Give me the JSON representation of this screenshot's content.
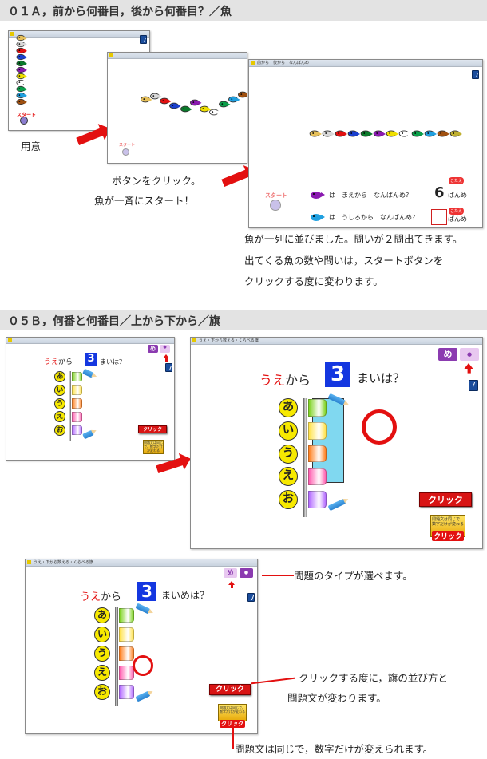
{
  "sec1": {
    "title": "０１Ａ，前から何番目，後から何番目？／魚",
    "cap_prep": "用意",
    "cap_click1": "ボタンをクリック。",
    "cap_click2": "魚が一斉にスタート！",
    "start_label": "スタート",
    "q1_text": "は　まえから　なんばんめ？",
    "q1_answer": "6",
    "q1_unit": "ばんめ",
    "q2_text": "は　うしろから　なんばんめ？",
    "q2_unit": "ばんめ",
    "kotae_label": "こたえ",
    "desc1": "魚が一列に並びました。問いが２問出てきます。",
    "desc2": "出てくる魚の数や問いは，スタートボタンを",
    "desc3": "クリックする度に変わります。",
    "fish_colors": [
      "#e6c05a",
      "#d8d8d8",
      "#e31010",
      "#1a3fd0",
      "#0a7a2a",
      "#8a1ab0",
      "#f0e000",
      "#ffffff",
      "#0aa04a",
      "#20a0e0",
      "#a05010",
      "#c0b030"
    ]
  },
  "sec2": {
    "title": "０５Ｂ，何番と何番目／上から下から／旗",
    "q_ue": "うえ",
    "q_kara": "から",
    "q_num": "3",
    "q_suffix1": "まいは？",
    "q_suffix2": "まいめは？",
    "kana": [
      "あ",
      "い",
      "う",
      "え",
      "お"
    ],
    "type_btn1": "め",
    "type_btn2": "●",
    "click_label": "クリック",
    "yellow_small": "問題文は同じで、数字だけが変わる",
    "ann1": "問題のタイプが選べます。",
    "ann2a": "クリックする度に，旗の並び方と",
    "ann2b": "問題文が変わります。",
    "ann3": "問題文は同じで，数字だけが変えられます。",
    "flag_colors": [
      "#7ed321",
      "#ffe24a",
      "#ff7f1e",
      "#ff5fb0",
      "#b36bff"
    ],
    "win_title": "うえ・下から数える・くらべる旗"
  }
}
